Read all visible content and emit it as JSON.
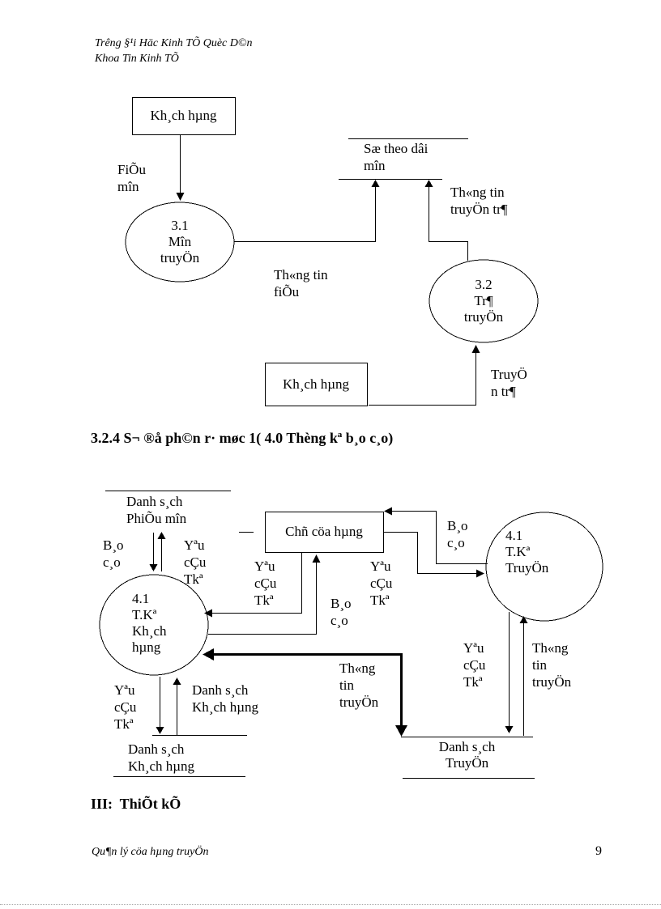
{
  "header": {
    "line1": "Trêng §¹i Häc Kinh TÕ Quèc D©n",
    "line2": "Khoa Tin Kinh TÕ"
  },
  "diagram1": {
    "box_customer_top": "Kh¸ch hµng",
    "label_phieu_muon": "FiÕu\nmîn",
    "process_31": "3.1\nMîn\ntruyÖn",
    "store_so_theo_doi": "Sæ theo dâi\nmîn",
    "label_thong_tin_truyen_tra": "Th«ng tin\ntruyÖn tr¶",
    "label_thong_tin_fieu": "Th«ng tin\nfiÕu",
    "process_32": "3.2\nTr¶\ntruyÖn",
    "box_customer_bottom": "Kh¸ch hµng",
    "label_truyen_tra": "TruyÖ\nn tr¶"
  },
  "section_heading": "3.2.4 S¬ ®å ph©n r· møc 1( 4.0 Thèng kª b¸o c¸o)",
  "diagram2": {
    "store_phieu_muon": "Danh s¸ch\nPhiÕu mîn",
    "label_bao_cao_left": "B¸o\nc¸o",
    "label_yeu_cau_1": "Yªu\ncÇu\nTkª",
    "box_chu_cua_hang": "Chñ cöa hµng",
    "label_yeu_cau_2": "Yªu\ncÇu\nTkª",
    "label_bao_cao_mid": "B¸o\nc¸o",
    "label_yeu_cau_3": "Yªu\ncÇu\nTkª",
    "label_bao_cao_right": "B¸o\nc¸o",
    "process_41_khach": "4.1\nT.Kª\nKh¸ch\nhµng",
    "process_41_truyen": "4.1\nT.Kª\nTruyÖn",
    "label_yeu_cau_4": "Yªu\ncÇu\nTkª",
    "label_thong_tin_truyen_right": "Th«ng\ntin\ntruyÖn",
    "label_thong_tin_truyen_mid": "Th«ng\ntin\ntruyÖn",
    "label_yeu_cau_5": "Yªu\ncÇu\nTkª",
    "label_danh_sach_khach_mid": "Danh s¸ch\nKh¸ch hµng",
    "store_khach_hang": "Danh s¸ch\nKh¸ch hµng",
    "store_truyen": "Danh s¸ch\nTruyÖn"
  },
  "heading_iii": "III:  ThiÕt kÕ",
  "footer": {
    "left": "Qu¶n lý cöa hµng truyÖn",
    "page_number": "9"
  }
}
